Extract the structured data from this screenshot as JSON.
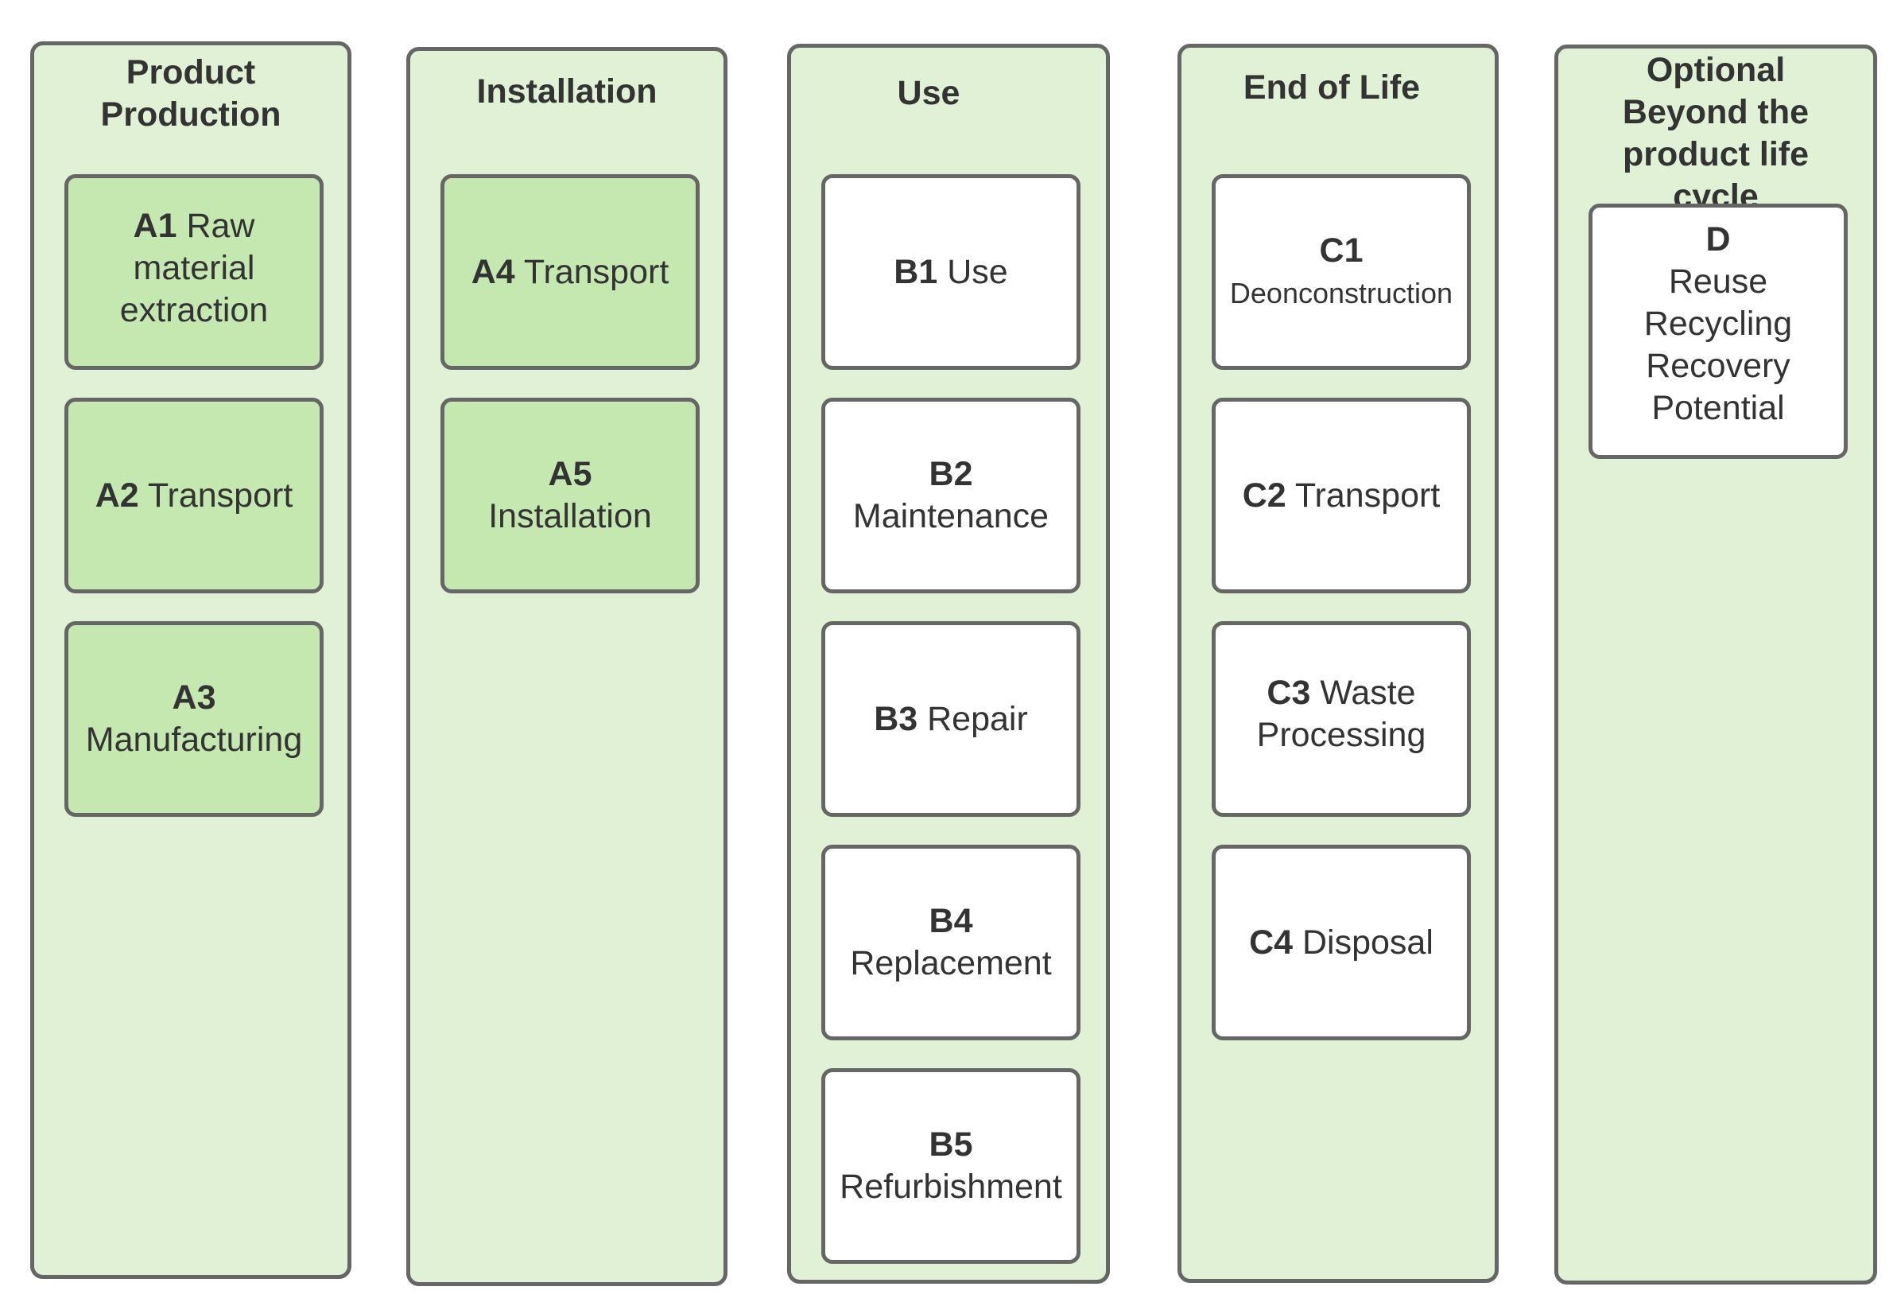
{
  "colors": {
    "column_fill": "#e1f1d6",
    "stage_green_fill": "#c5e8b0",
    "stage_white_fill": "#ffffff",
    "border": "#666666",
    "text": "#333333"
  },
  "columns": [
    {
      "title": "Product Production",
      "stages": [
        {
          "code": "A1",
          "label": "Raw material extraction"
        },
        {
          "code": "A2",
          "label": "Transport"
        },
        {
          "code": "A3",
          "label": "Manufacturing"
        }
      ]
    },
    {
      "title": "Installation",
      "stages": [
        {
          "code": "A4",
          "label": "Transport"
        },
        {
          "code": "A5",
          "label": "Installation"
        }
      ]
    },
    {
      "title": "Use",
      "stages": [
        {
          "code": "B1",
          "label": "Use"
        },
        {
          "code": "B2",
          "label": "Maintenance"
        },
        {
          "code": "B3",
          "label": "Repair"
        },
        {
          "code": "B4",
          "label": "Replacement"
        },
        {
          "code": "B5",
          "label": "Refurbishment"
        }
      ]
    },
    {
      "title": "End of Life",
      "stages": [
        {
          "code": "C1",
          "label": "Deonconstruction"
        },
        {
          "code": "C2",
          "label": "Transport"
        },
        {
          "code": "C3",
          "label": "Waste Processing"
        },
        {
          "code": "C4",
          "label": "Disposal"
        }
      ]
    },
    {
      "title": "Optional Beyond the product life cycle",
      "stages": [
        {
          "code": "D",
          "label": "Reuse Recycling Recovery Potential"
        }
      ]
    }
  ]
}
